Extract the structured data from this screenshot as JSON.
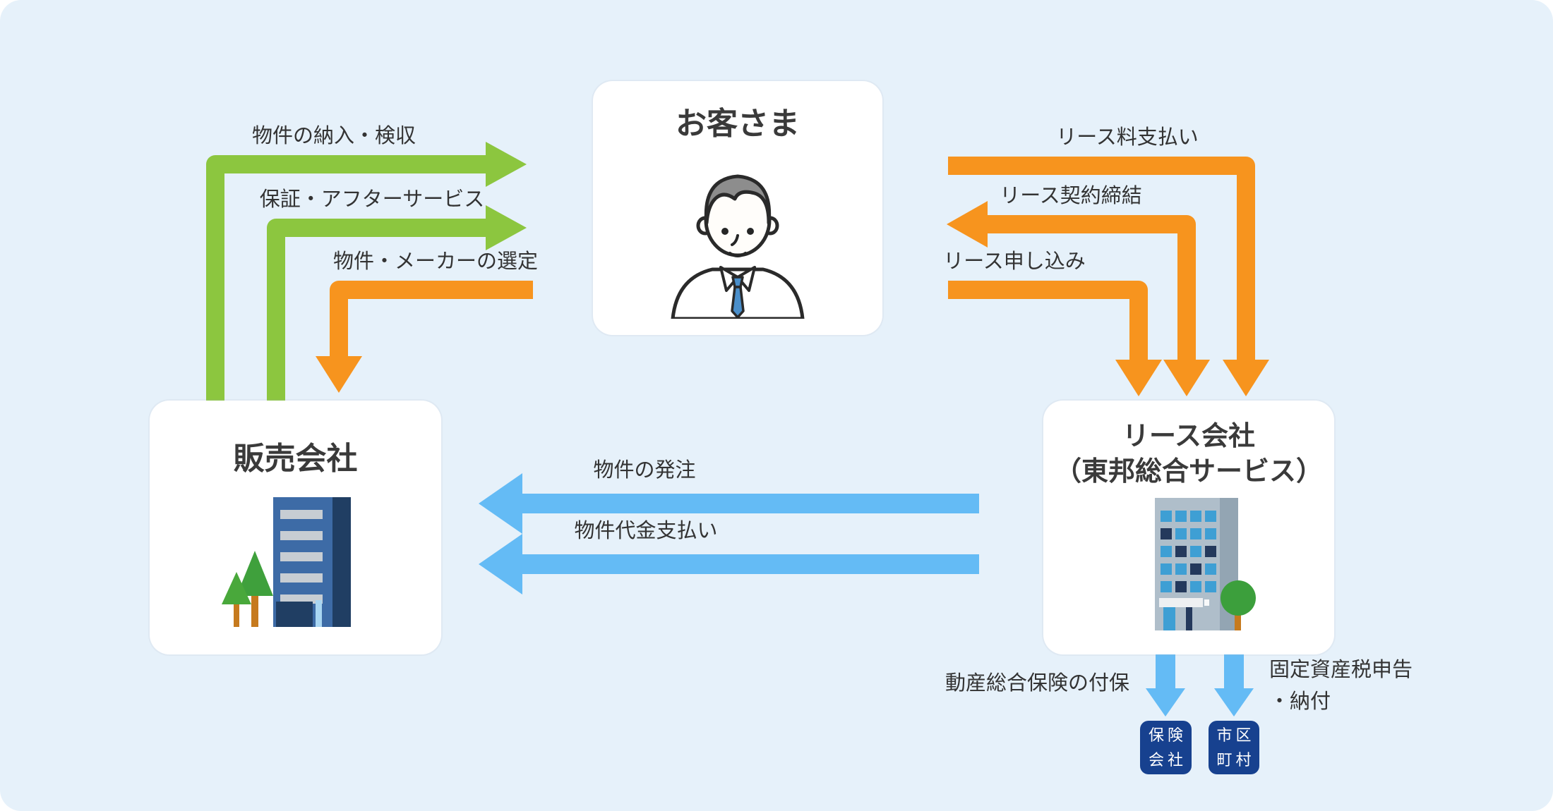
{
  "colors": {
    "background": "#e6f1fa",
    "card": "#ffffff",
    "green": "#8cc63f",
    "orange": "#f7941e",
    "blue": "#64bbf5",
    "navy": "#17418f",
    "text": "#333333"
  },
  "nodes": {
    "customer": {
      "title": "お客さま"
    },
    "seller": {
      "title": "販売会社"
    },
    "lessor": {
      "title_line1": "リース会社",
      "title_line2": "（東邦総合サービス）"
    },
    "insurance": {
      "line1": "保険",
      "line2": "会社"
    },
    "municipality": {
      "line1": "市区",
      "line2": "町村"
    }
  },
  "arrow_labels": {
    "delivery": "物件の納入・検収",
    "warranty": "保証・アフターサービス",
    "selection": "物件・メーカーの選定",
    "lease_fee": "リース料支払い",
    "lease_contract": "リース契約締結",
    "lease_apply": "リース申し込み",
    "order": "物件の発注",
    "payment": "物件代金支払い",
    "insurance_cover": "動産総合保険の付保",
    "tax_line1": "固定資産税申告",
    "tax_line2": "・納付"
  }
}
